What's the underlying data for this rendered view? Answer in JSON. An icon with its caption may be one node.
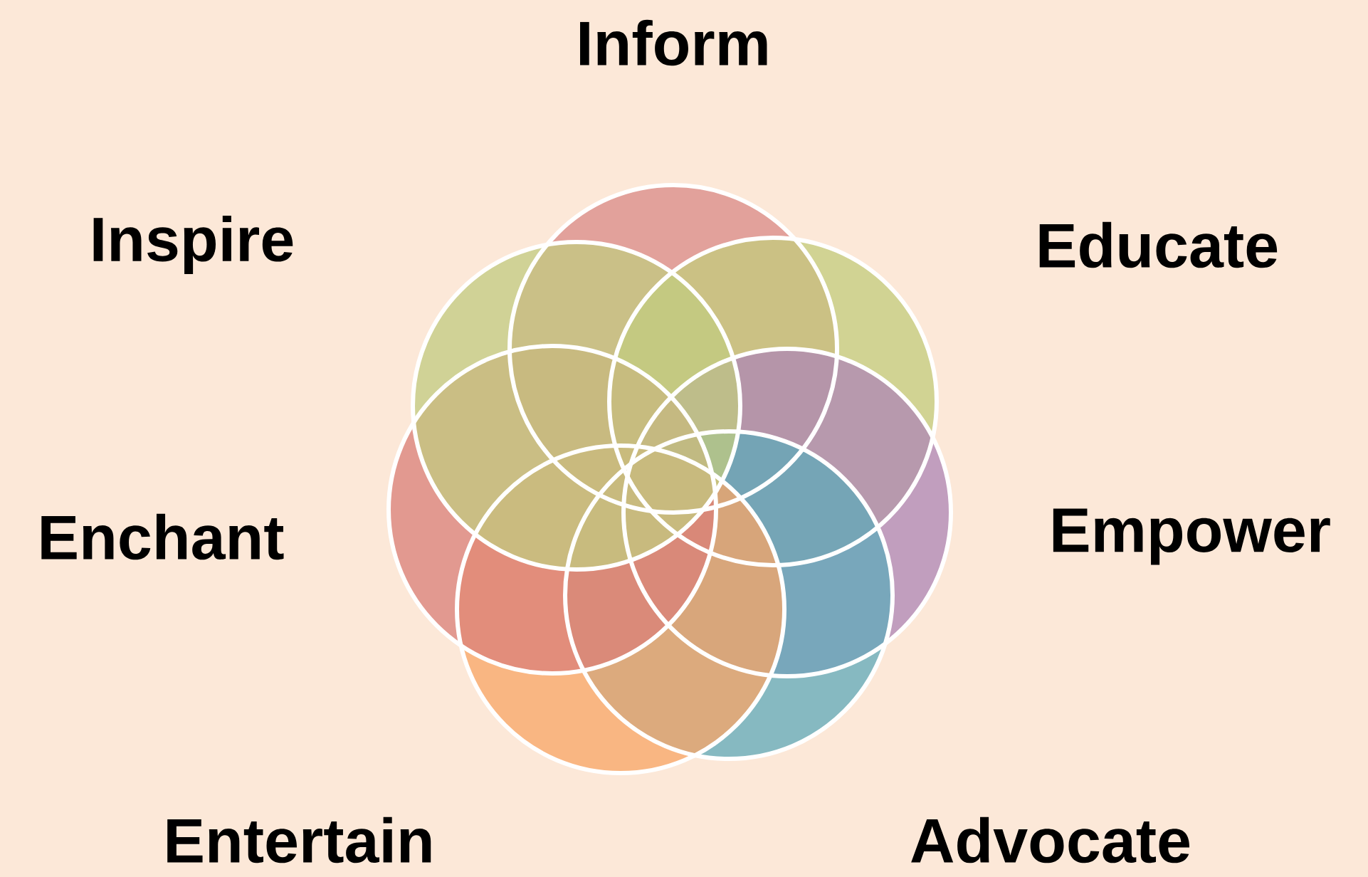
{
  "diagram": {
    "labels": [
      "Inform",
      "Inspire",
      "Educate",
      "Enchant",
      "Empower",
      "Entertain",
      "Advocate"
    ]
  }
}
